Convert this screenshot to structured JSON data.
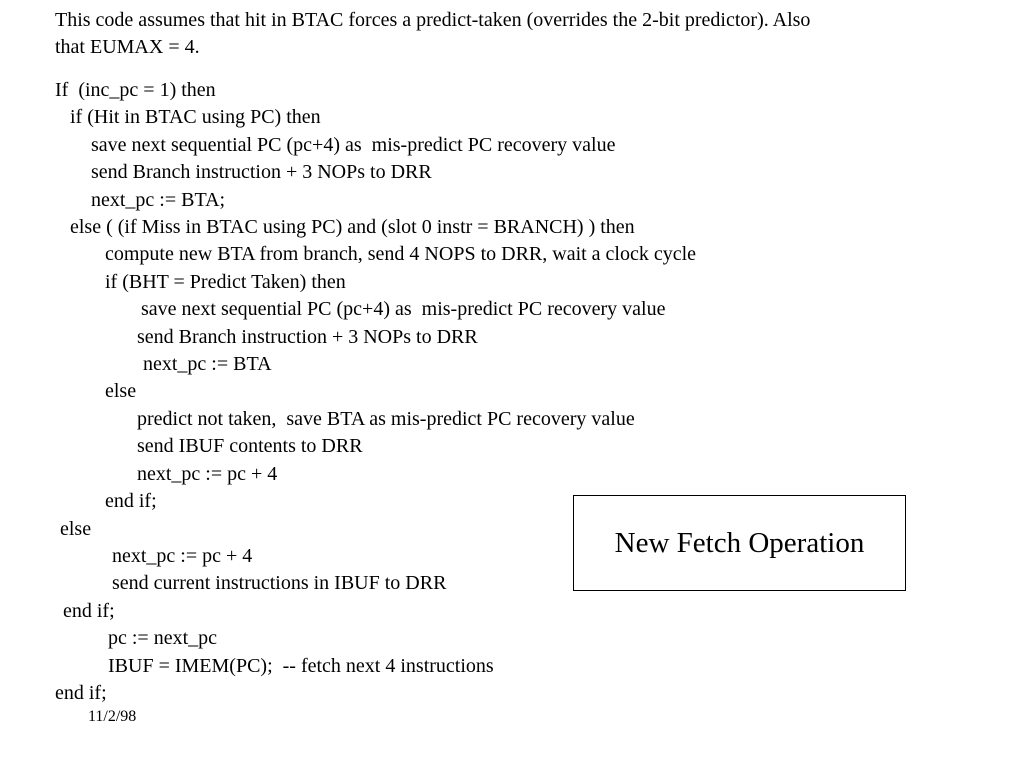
{
  "header": {
    "lines": [
      "This code assumes that hit in BTAC forces a predict-taken (overrides the 2-bit predictor). Also",
      "that EUMAX = 4."
    ]
  },
  "code": {
    "lines": [
      {
        "indent": 0,
        "text": "If  (inc_pc = 1) then"
      },
      {
        "indent": 15,
        "text": "if (Hit in BTAC using PC) then"
      },
      {
        "indent": 36,
        "text": "save next sequential PC (pc+4) as  mis-predict PC recovery value"
      },
      {
        "indent": 36,
        "text": "send Branch instruction + 3 NOPs to DRR"
      },
      {
        "indent": 36,
        "text": "next_pc := BTA;"
      },
      {
        "indent": 15,
        "text": "else ( (if Miss in BTAC using PC) and (slot 0 instr = BRANCH) ) then"
      },
      {
        "indent": 50,
        "text": "compute new BTA from branch, send 4 NOPS to DRR, wait a clock cycle"
      },
      {
        "indent": 50,
        "text": "if (BHT = Predict Taken) then"
      },
      {
        "indent": 86,
        "text": "save next sequential PC (pc+4) as  mis-predict PC recovery value"
      },
      {
        "indent": 82,
        "text": "send Branch instruction + 3 NOPs to DRR"
      },
      {
        "indent": 88,
        "text": "next_pc := BTA"
      },
      {
        "indent": 50,
        "text": "else"
      },
      {
        "indent": 82,
        "text": "predict not taken,  save BTA as mis-predict PC recovery value"
      },
      {
        "indent": 82,
        "text": "send IBUF contents to DRR"
      },
      {
        "indent": 82,
        "text": "next_pc := pc + 4"
      },
      {
        "indent": 50,
        "text": "end if;"
      },
      {
        "indent": 5,
        "text": "else"
      },
      {
        "indent": 57,
        "text": "next_pc := pc + 4"
      },
      {
        "indent": 57,
        "text": "send current instructions in IBUF to DRR"
      },
      {
        "indent": 8,
        "text": "end if;"
      },
      {
        "indent": 53,
        "text": "pc := next_pc"
      },
      {
        "indent": 53,
        "text": "IBUF = IMEM(PC);  -- fetch next 4 instructions"
      },
      {
        "indent": 0,
        "text": "end if;"
      }
    ]
  },
  "callout": {
    "label": "New Fetch Operation"
  },
  "footer": {
    "date": "11/2/98"
  }
}
